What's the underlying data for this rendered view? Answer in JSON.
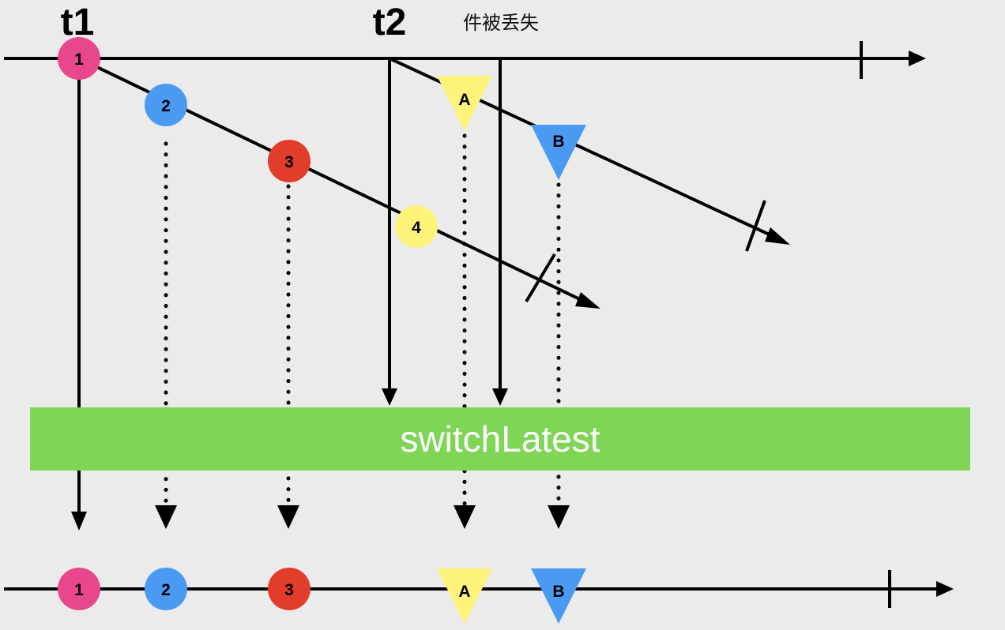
{
  "labels": {
    "t1": "t1",
    "t2": "t2",
    "lost_note": "件被丢失",
    "operator": "switchLatest"
  },
  "colors": {
    "background": "#ebebeb",
    "operator_bar": "#7ed556",
    "pink": "#e9478c",
    "blue": "#4a9af2",
    "red": "#e23c2a",
    "yellow": "#fdf37a",
    "line": "#000000"
  },
  "events": {
    "e1": "1",
    "e2": "2",
    "e3": "3",
    "e4": "4",
    "eA": "A",
    "eB": "B"
  },
  "output": {
    "o1": "1",
    "o2": "2",
    "o3": "3",
    "oA": "A",
    "oB": "B"
  }
}
